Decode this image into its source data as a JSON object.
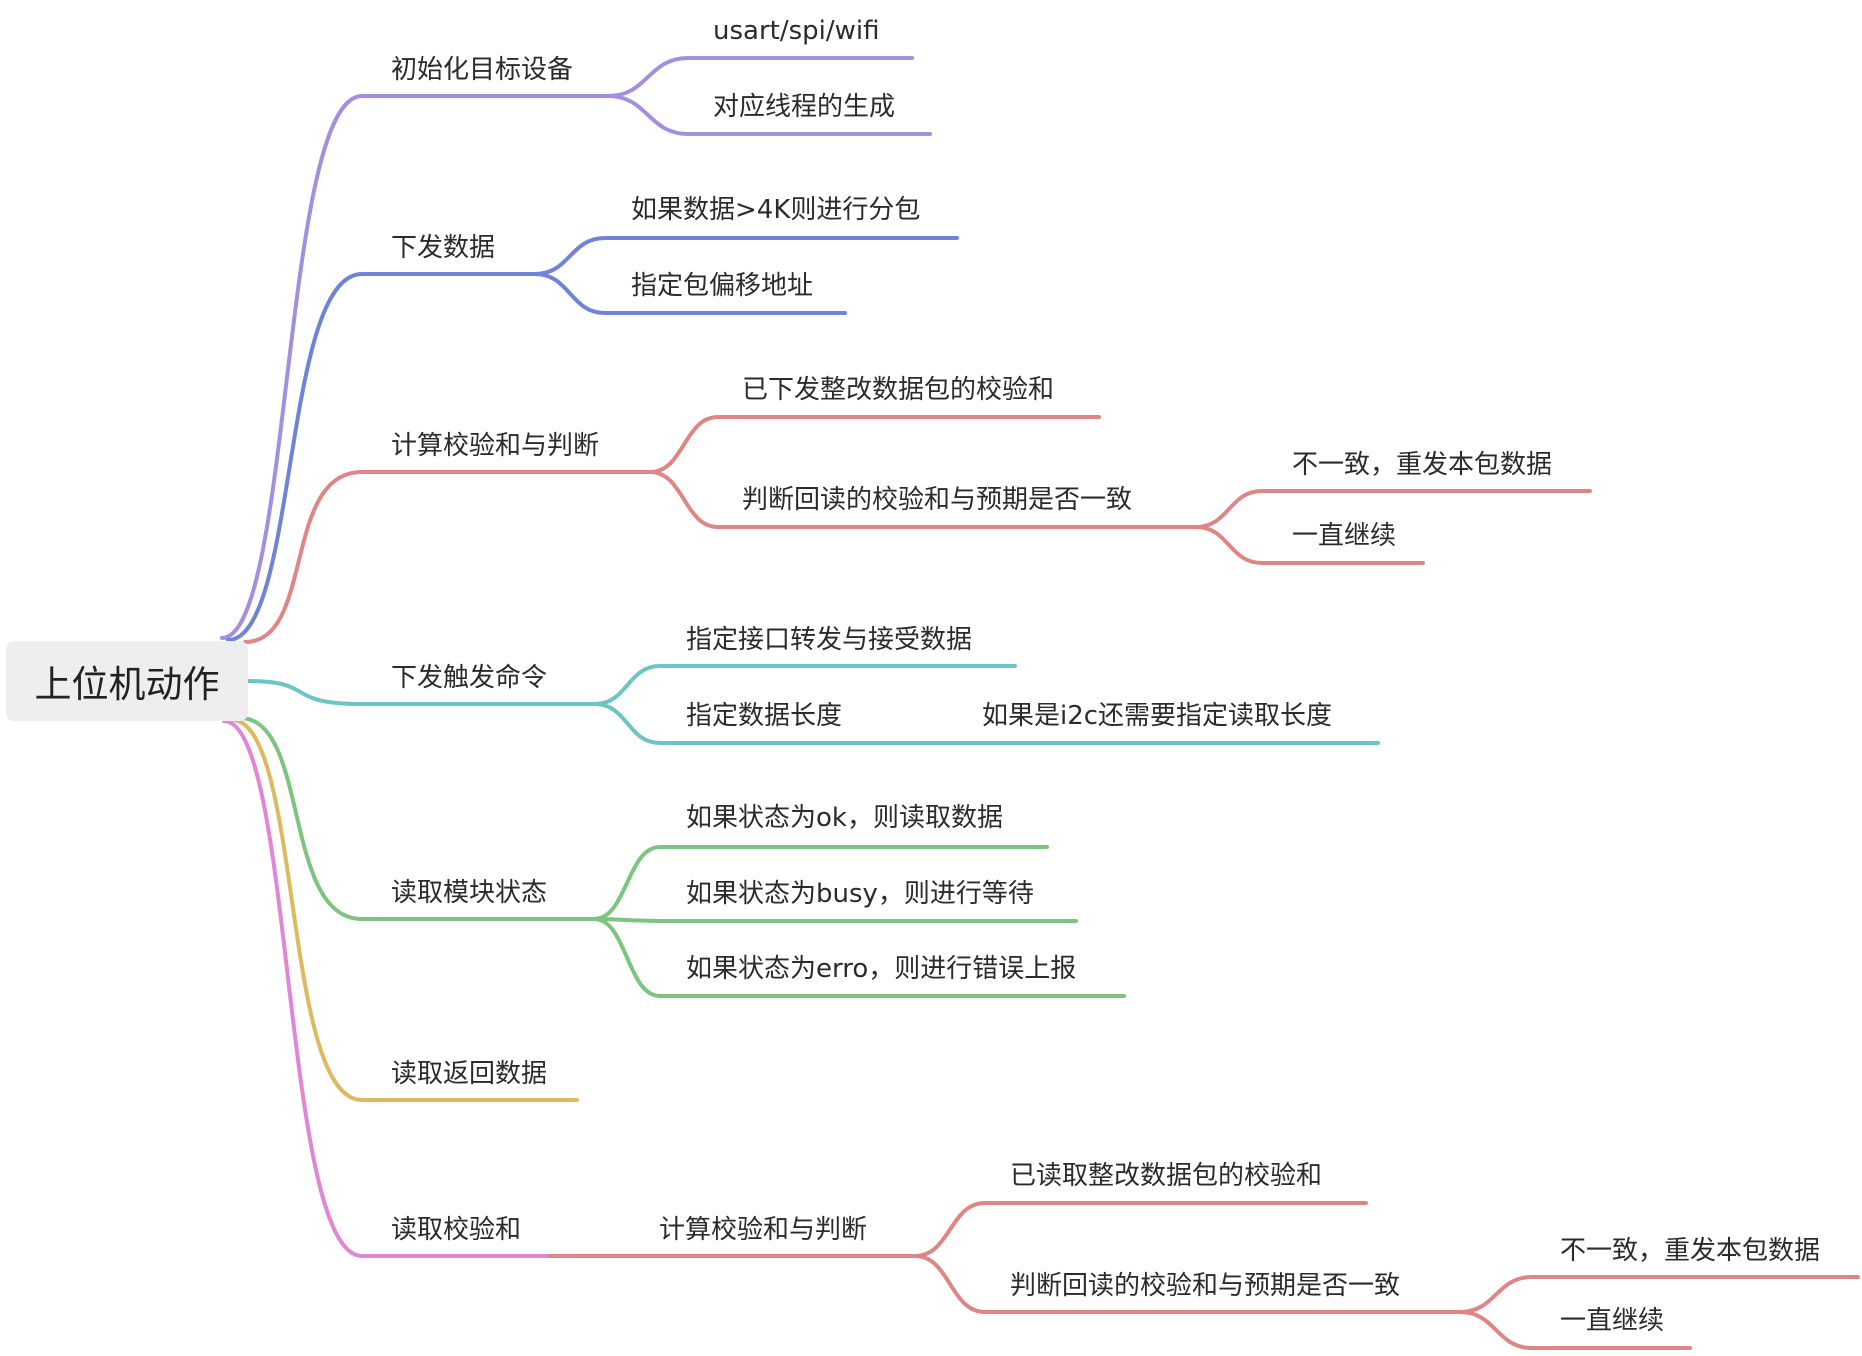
{
  "root": {
    "label": "上位机动作"
  },
  "colors": {
    "purple": "#a48ee0",
    "blue": "#6f83d8",
    "red": "#e08585",
    "teal": "#6cc4c4",
    "green": "#7cc47f",
    "yellow": "#ddba5d",
    "pink": "#df86d6"
  },
  "branches": [
    {
      "label": "初始化目标设备",
      "children": [
        {
          "label": "usart/spi/wifi"
        },
        {
          "label": "对应线程的生成"
        }
      ]
    },
    {
      "label": "下发数据",
      "children": [
        {
          "label": "如果数据>4K则进行分包"
        },
        {
          "label": "指定包偏移地址"
        }
      ]
    },
    {
      "label": "计算校验和与判断",
      "children": [
        {
          "label": "已下发整改数据包的校验和"
        },
        {
          "label": "判断回读的校验和与预期是否一致",
          "children": [
            {
              "label": "不一致，重发本包数据"
            },
            {
              "label": "一直继续"
            }
          ]
        }
      ]
    },
    {
      "label": "下发触发命令",
      "children": [
        {
          "label": "指定接口转发与接受数据"
        },
        {
          "label": "指定数据长度",
          "children": [
            {
              "label": "如果是i2c还需要指定读取长度"
            }
          ]
        }
      ]
    },
    {
      "label": "读取模块状态",
      "children": [
        {
          "label": "如果状态为ok，则读取数据"
        },
        {
          "label": "如果状态为busy，则进行等待"
        },
        {
          "label": "如果状态为erro，则进行错误上报"
        }
      ]
    },
    {
      "label": "读取返回数据"
    },
    {
      "label": "读取校验和",
      "children": [
        {
          "label": "计算校验和与判断",
          "children": [
            {
              "label": "已读取整改数据包的校验和"
            },
            {
              "label": "判断回读的校验和与预期是否一致",
              "children": [
                {
                  "label": "不一致，重发本包数据"
                },
                {
                  "label": "一直继续"
                }
              ]
            }
          ]
        }
      ]
    }
  ]
}
